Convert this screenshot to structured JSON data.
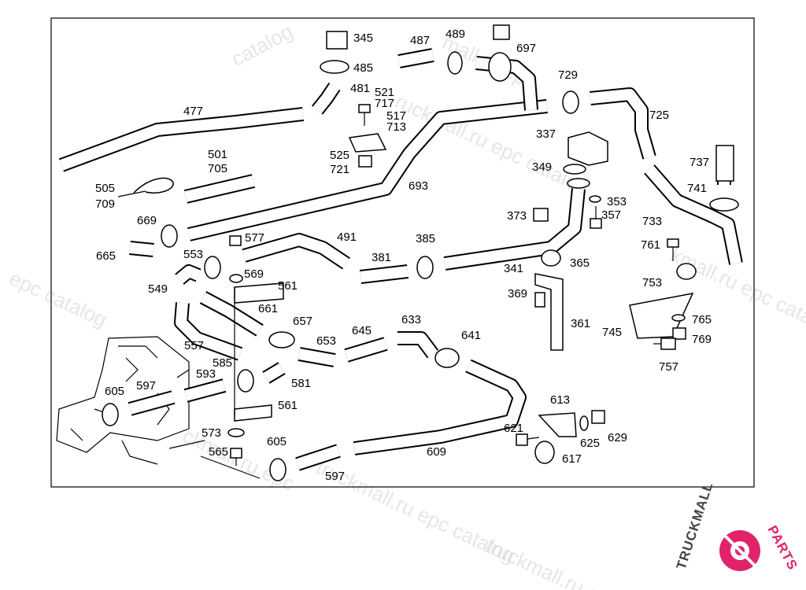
{
  "diagram": {
    "part_numbers": [
      "345",
      "485",
      "481",
      "487",
      "489",
      "697",
      "521",
      "717",
      "517",
      "713",
      "477",
      "729",
      "725",
      "337",
      "501",
      "705",
      "525",
      "721",
      "349",
      "693",
      "353",
      "737",
      "505",
      "709",
      "373",
      "357",
      "741",
      "733",
      "669",
      "577",
      "491",
      "385",
      "761",
      "665",
      "553",
      "381",
      "341",
      "365",
      "549",
      "569",
      "561",
      "369",
      "753",
      "661",
      "765",
      "557",
      "657",
      "653",
      "645",
      "633",
      "641",
      "361",
      "745",
      "769",
      "585",
      "593",
      "757",
      "605",
      "597",
      "581",
      "561",
      "613",
      "621",
      "625",
      "629",
      "573",
      "605",
      "565",
      "609",
      "617",
      "597"
    ],
    "watermarks": [
      "catalog",
      "mall.ru epc",
      "ruckmall.ru epc catalog",
      "kmall.ru epc catalog",
      "epc catalog",
      "ckmall.ru epc",
      "truckmall.ru epc catalog",
      "truckmall.ru ep"
    ],
    "logo": {
      "text_main": "TRUCKMALL",
      "text_accent": "PARTS",
      "colors": {
        "main": "#444444",
        "accent": "#e0236a"
      }
    }
  }
}
